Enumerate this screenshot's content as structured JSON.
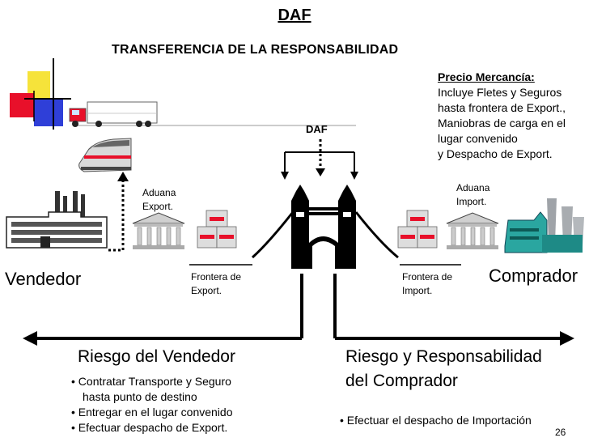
{
  "header": {
    "title": "DAF",
    "subtitle": "TRANSFERENCIA DE LA RESPONSABILIDAD"
  },
  "price": {
    "heading": "Precio Mercancía:",
    "lines": [
      "Incluye Fletes y Seguros",
      "hasta frontera de Export.,",
      "Maniobras de carga en el",
      "lugar convenido",
      "y Despacho de Export."
    ]
  },
  "daf_label": "DAF",
  "customs": {
    "export_lines": [
      "Aduana",
      "Export."
    ],
    "import_lines": [
      "Aduana",
      "Import."
    ]
  },
  "border": {
    "export_lines": [
      "Frontera de",
      "Export."
    ],
    "import_lines": [
      "Frontera de",
      "Import."
    ]
  },
  "parties": {
    "seller": "Vendedor",
    "buyer": "Comprador"
  },
  "seller_risk": {
    "heading": "Riesgo del Vendedor",
    "bullets": [
      "Contratar Transporte y Seguro",
      "Entregar en el lugar convenido",
      "Efectuar despacho de Export."
    ],
    "continuation": "hasta punto de destino"
  },
  "buyer_risk": {
    "heading_lines": [
      "Riesgo y Responsabilidad",
      "del Comprador"
    ],
    "bullets": [
      "Efectuar el despacho de Importación"
    ]
  },
  "slide_number": "26",
  "colors": {
    "red": "#e8102a",
    "yellow": "#f6e33a",
    "blue": "#2f3fd8",
    "teal": "#2aa6a0"
  }
}
